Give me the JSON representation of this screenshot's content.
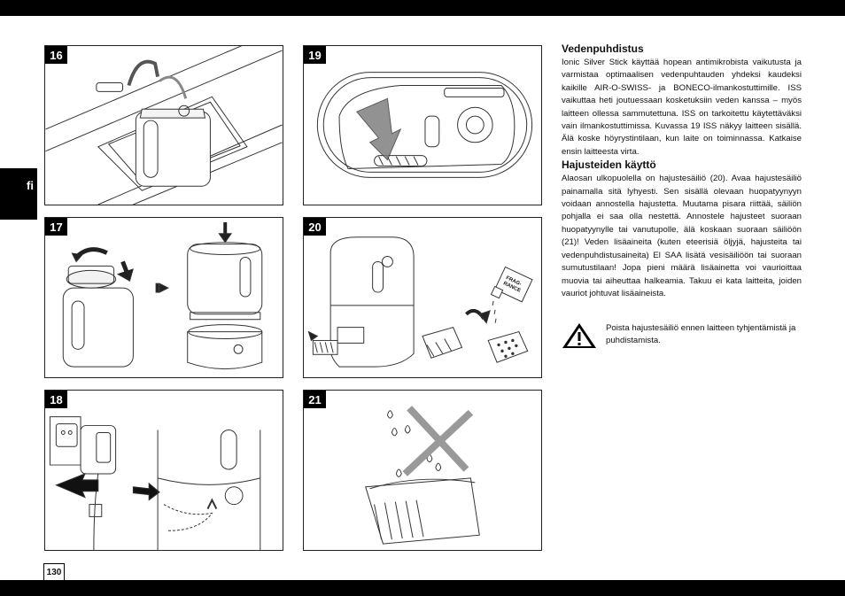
{
  "language_tab": "fi",
  "page_number": "130",
  "panels": [
    {
      "number": "16"
    },
    {
      "number": "17"
    },
    {
      "number": "18"
    },
    {
      "number": "19"
    },
    {
      "number": "20"
    },
    {
      "number": "21"
    }
  ],
  "fragrance_label": "FRAG-\nRANCE",
  "sections": [
    {
      "heading": "Vedenpuhdistus",
      "body": "Ionic Silver Stick käyttää hopean antimikrobista vaikutusta ja varmistaa optimaalisen vedenpuhtauden yhdeksi kaudeksi kaikille AIR-O-SWISS- ja BONECO-ilmankostuttimille. ISS vaikuttaa heti joutuessaan kosketuksiin veden kanssa – myös laitteen ollessa sammutettuna. ISS on tarkoitettu käytettäväksi vain ilmankostuttimissa. Kuvassa 19 ISS näkyy laitteen sisällä. Älä koske höyrystintilaan, kun laite on toiminnassa. Katkaise ensin laitteesta virta."
    },
    {
      "heading": "Hajusteiden käyttö",
      "body": "Alaosan ulkopuolella on hajustesäiliö (20). Avaa hajustesäiliö painamalla sitä lyhyesti. Sen sisällä olevaan huopatyynyyn voidaan annostella hajustetta. Muutama pisara riittää, säiliön pohjalla ei saa olla nestettä. Annostele hajusteet suoraan huopatyynylle tai vanutupolle, älä koskaan suoraan säiliöön (21)! Veden lisäaineita (kuten eteerisiä öljyjä, hajusteita tai vedenpuhdistusaineita) El SAA lisätä vesisäiliöön tai suoraan sumutustilaan! Jopa pieni määrä lisäainetta voi vaurioittaa muovia tai aiheuttaa halkeamia. Takuu ei kata laitteita, joiden vauriot johtuvat lisäaineista."
    }
  ],
  "warning_text": "Poista hajustesäiliö ennen laitteen tyhjentämistä ja puhdistamista."
}
